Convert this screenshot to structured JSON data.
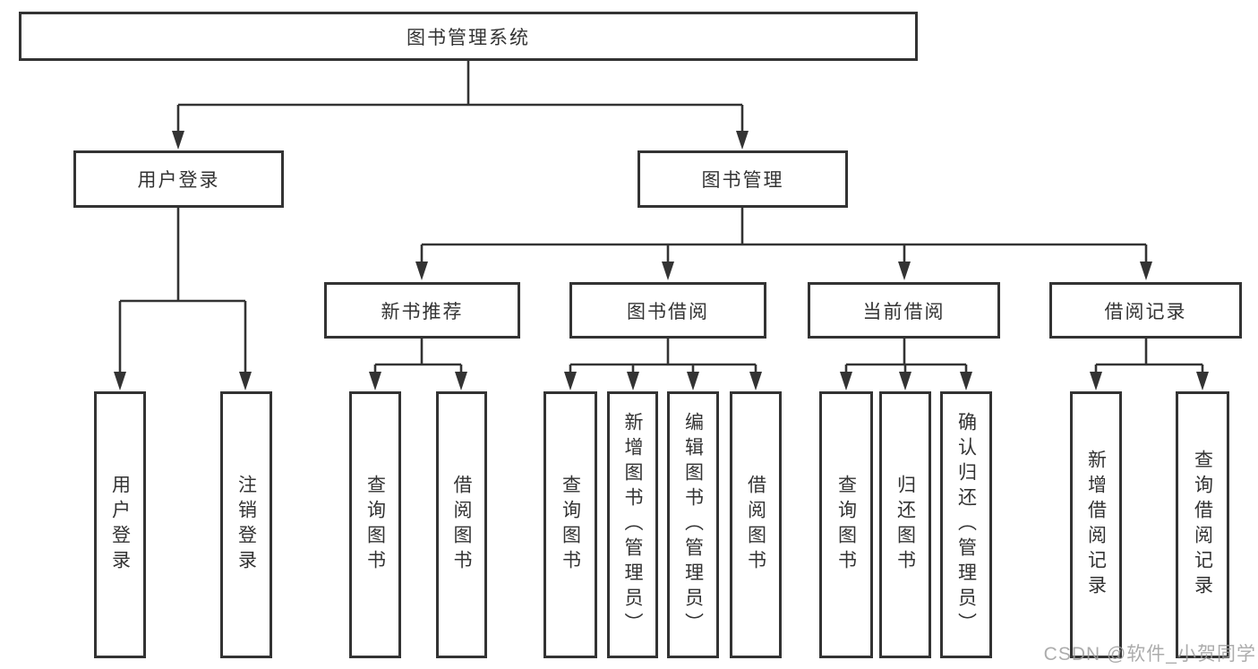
{
  "diagram": {
    "root": {
      "label": "图书管理系统"
    },
    "level2": {
      "user_login": {
        "label": "用户登录"
      },
      "book_mgmt": {
        "label": "图书管理"
      }
    },
    "level3": {
      "new_book_rec": {
        "label": "新书推荐"
      },
      "book_borrow": {
        "label": "图书借阅"
      },
      "current_borrow": {
        "label": "当前借阅"
      },
      "borrow_record": {
        "label": "借阅记录"
      }
    },
    "leaves": {
      "login": {
        "label": "用户登录"
      },
      "logout": {
        "label": "注销登录"
      },
      "rec_query": {
        "label": "查询图书"
      },
      "rec_borrow": {
        "label": "借阅图书"
      },
      "bb_query": {
        "label": "查询图书"
      },
      "bb_add": {
        "label": "新增图书（管理员）"
      },
      "bb_edit": {
        "label": "编辑图书（管理员）"
      },
      "bb_borrow": {
        "label": "借阅图书"
      },
      "cb_query": {
        "label": "查询图书"
      },
      "cb_return": {
        "label": "归还图书"
      },
      "cb_confirm": {
        "label": "确认归还（管理员）"
      },
      "br_add": {
        "label": "新增借阅记录"
      },
      "br_query": {
        "label": "查询借阅记录"
      }
    }
  },
  "watermark": {
    "text": "CSDN @软件_小贺同学"
  },
  "colors": {
    "line": "#333333",
    "text": "#333333",
    "box_background": "#ffffff",
    "watermark": "#9e9e9e"
  }
}
